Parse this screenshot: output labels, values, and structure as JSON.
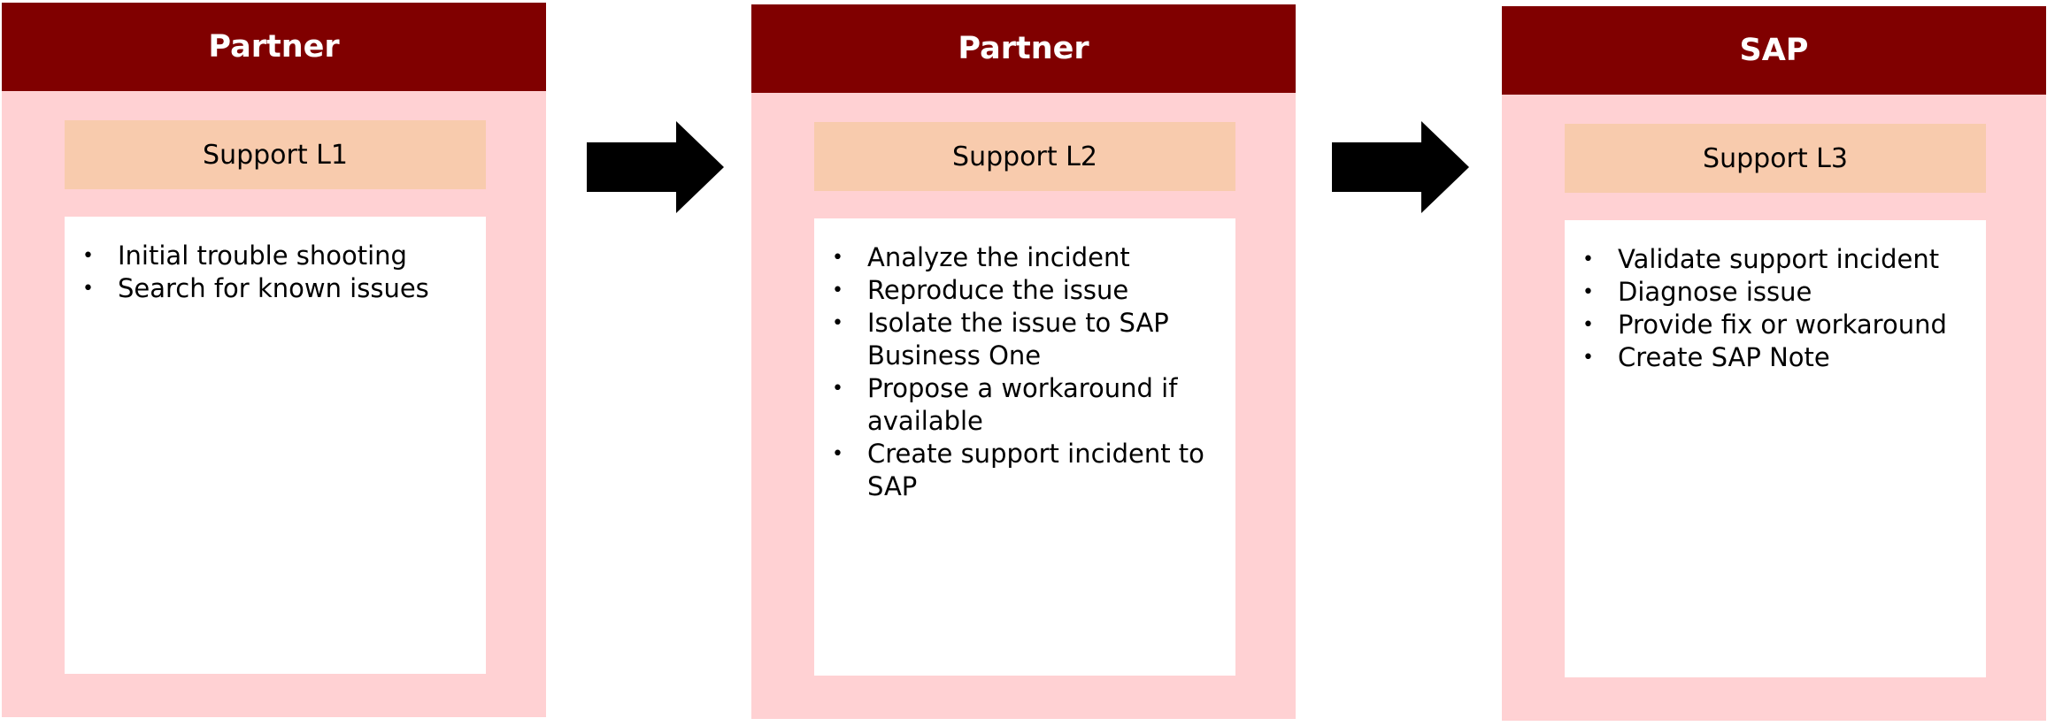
{
  "columns": [
    {
      "owner": "Partner",
      "level": "Support L1",
      "tasks": [
        "Initial trouble shooting",
        "Search for known issues"
      ]
    },
    {
      "owner": "Partner",
      "level": "Support L2",
      "tasks": [
        "Analyze the incident",
        "Reproduce the issue",
        "Isolate the issue to SAP Business One",
        "Propose a workaround if available",
        "Create support incident to SAP"
      ]
    },
    {
      "owner": "SAP",
      "level": "Support L3",
      "tasks": [
        "Validate support incident",
        "Diagnose issue",
        "Provide fix or workaround",
        "Create SAP Note"
      ]
    }
  ],
  "colors": {
    "header": "#800000",
    "column_background": "#ffd1d3",
    "level_box": "#f8cbad",
    "task_box": "#ffffff",
    "arrow": "#000000"
  },
  "icons": {
    "flow_arrow": "right-arrow-icon",
    "bullet": "•"
  }
}
